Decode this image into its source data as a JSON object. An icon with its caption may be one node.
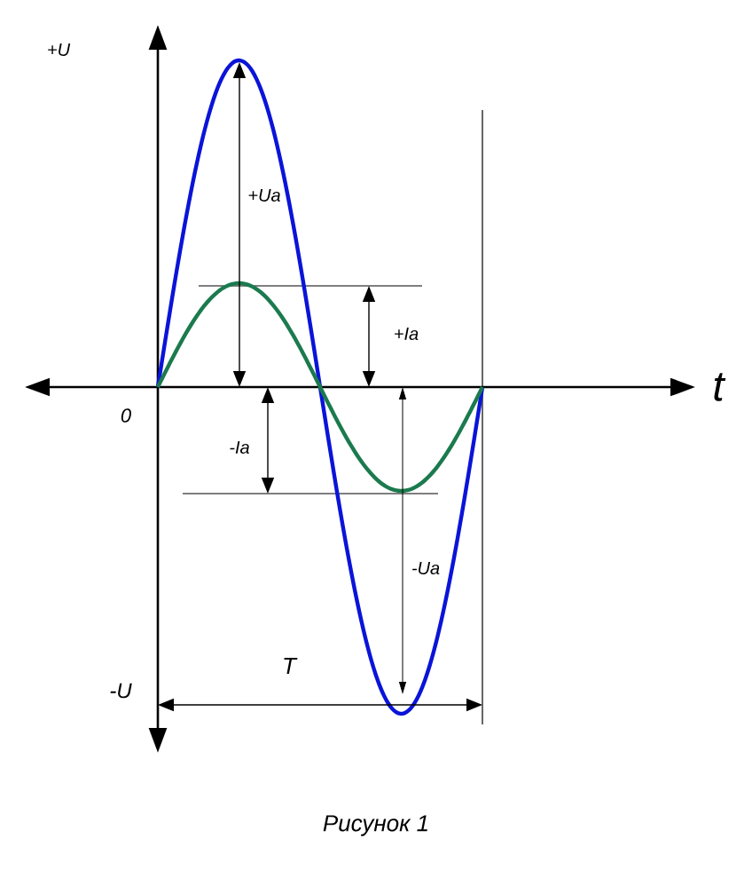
{
  "diagram": {
    "caption": "Рисунок 1",
    "labels": [
      "+U",
      "+Ua",
      "+Ia",
      "t",
      "0",
      "-Ia",
      "-Ua",
      "T",
      "-U"
    ]
  }
}
